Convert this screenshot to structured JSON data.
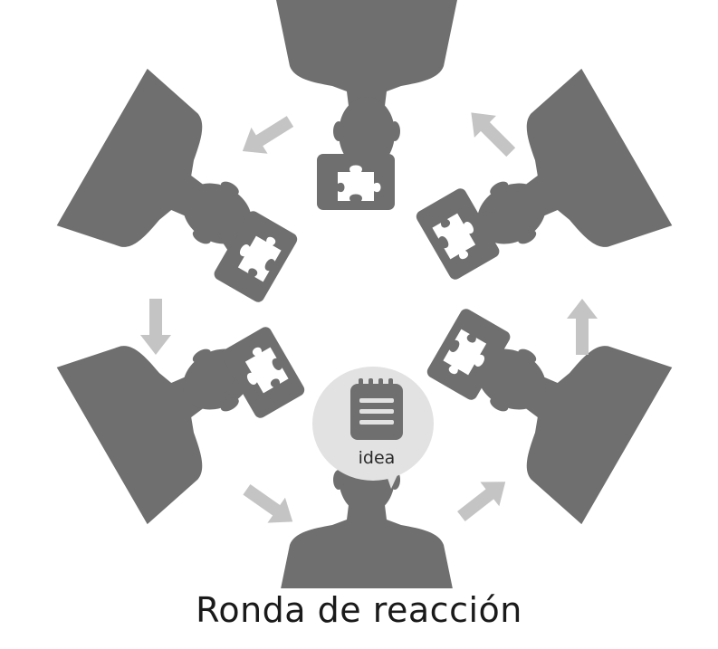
{
  "diagram": {
    "caption": "Ronda de reacción",
    "idea_bubble": {
      "label": "idea",
      "icon": "notepad-icon"
    },
    "participants": [
      {
        "name": "participant-top",
        "bubble_icon": "puzzle-piece-icon"
      },
      {
        "name": "participant-upper-left",
        "bubble_icon": "puzzle-piece-icon"
      },
      {
        "name": "participant-upper-right",
        "bubble_icon": "puzzle-piece-icon"
      },
      {
        "name": "participant-lower-left",
        "bubble_icon": "puzzle-piece-icon"
      },
      {
        "name": "participant-lower-right",
        "bubble_icon": "puzzle-piece-icon"
      },
      {
        "name": "participant-bottom",
        "bubble_icon": "notepad-icon"
      }
    ],
    "flow_direction": "counter-clockwise",
    "colors": {
      "figure": "#6f6f6f",
      "arrow": "#c4c4c4",
      "idea_bubble": "#e2e2e2",
      "puzzle": "#ffffff"
    }
  }
}
